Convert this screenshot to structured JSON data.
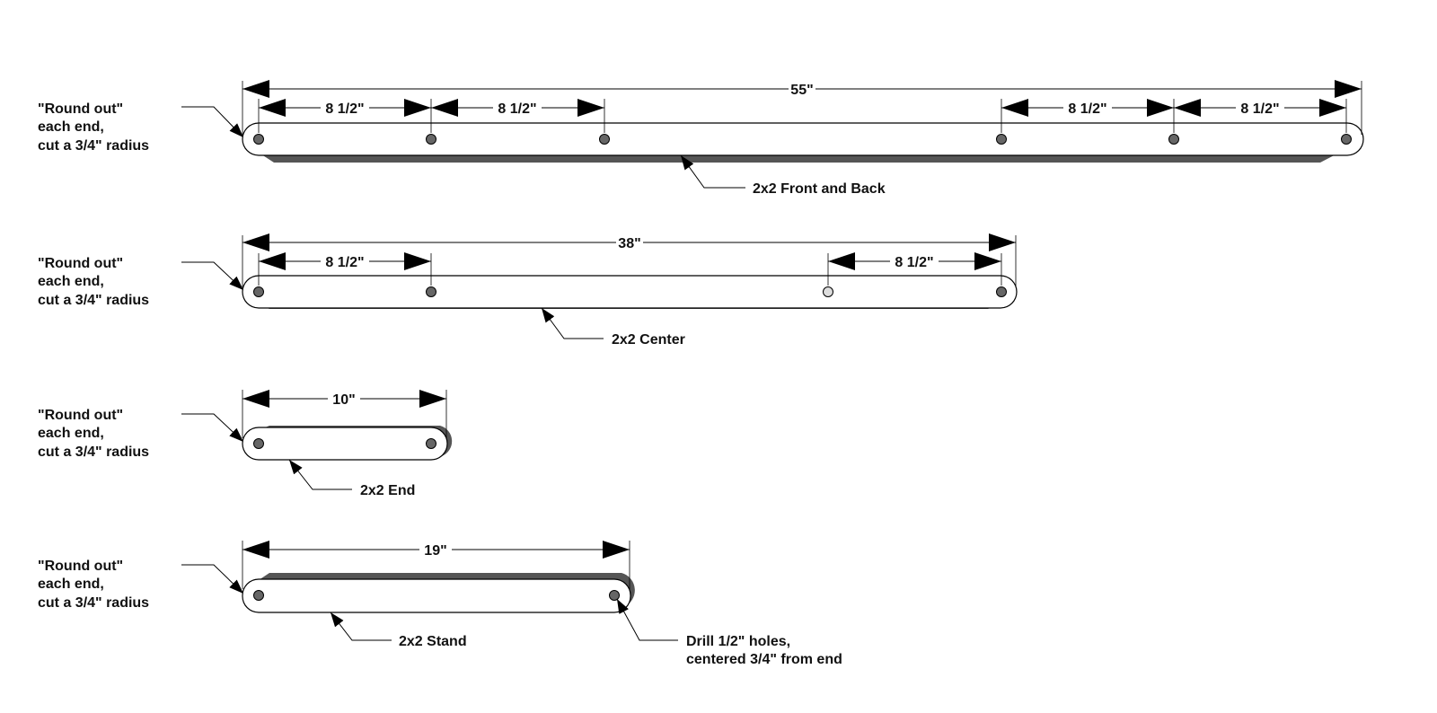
{
  "boards": [
    {
      "id": "front-back",
      "part_label": "2x2 Front and Back",
      "note_lines": [
        "\"Round out\"",
        "each end,",
        "cut a 3/4\" radius"
      ],
      "overall_dim": "55\"",
      "spacing_dims": [
        "8 1/2\"",
        "8 1/2\"",
        "8 1/2\"",
        "8 1/2\""
      ]
    },
    {
      "id": "center",
      "part_label": "2x2 Center",
      "note_lines": [
        "\"Round out\"",
        "each end,",
        "cut a 3/4\" radius"
      ],
      "overall_dim": "38\"",
      "spacing_dims": [
        "8 1/2\"",
        "8 1/2\""
      ]
    },
    {
      "id": "end",
      "part_label": "2x2 End",
      "note_lines": [
        "\"Round out\"",
        "each end,",
        "cut a 3/4\" radius"
      ],
      "overall_dim": "10\"",
      "spacing_dims": []
    },
    {
      "id": "stand",
      "part_label": "2x2 Stand",
      "note_lines": [
        "\"Round out\"",
        "each end,",
        "cut a 3/4\" radius"
      ],
      "overall_dim": "19\"",
      "spacing_dims": []
    }
  ],
  "drill_note_lines": [
    "Drill 1/2\" holes,",
    "centered 3/4\" from end"
  ]
}
